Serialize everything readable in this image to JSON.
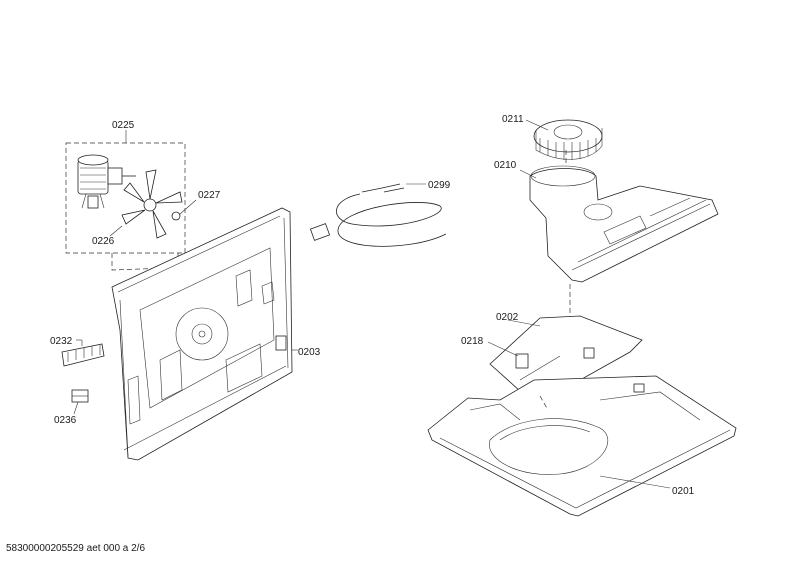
{
  "labels": {
    "p0225": "0225",
    "p0227": "0227",
    "p0226": "0226",
    "p0299": "0299",
    "p0232": "0232",
    "p0203": "0203",
    "p0236": "0236",
    "p0211": "0211",
    "p0210": "0210",
    "p0202": "0202",
    "p0218": "0218",
    "p0201": "0201"
  },
  "footer": "58300000205529 aet 000 a 2/6"
}
